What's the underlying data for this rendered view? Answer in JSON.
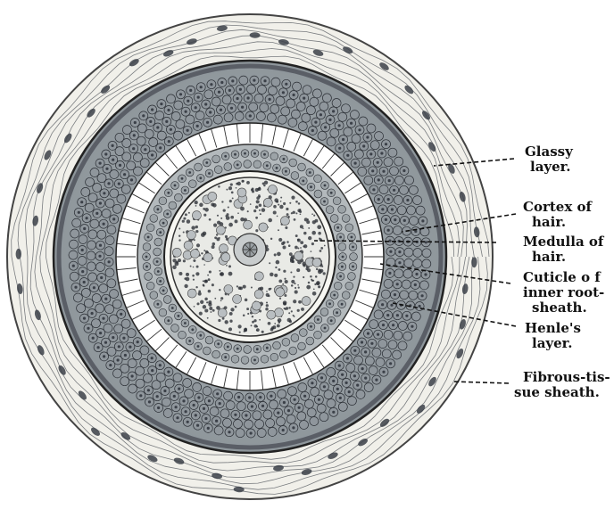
{
  "labels": {
    "glassy": [
      "Glassy",
      "layer."
    ],
    "cortex": [
      "Cortex of",
      "hair."
    ],
    "medulla": [
      "Medulla of",
      "hair."
    ],
    "cuticle": [
      "Cuticle  o f",
      "inner root-",
      "sheath."
    ],
    "henle": [
      "Henle's",
      "layer."
    ],
    "fibrous": [
      "Fibrous-tis-",
      "sue sheath."
    ]
  },
  "colors": {
    "fibrous_sheath": "#f1f0ea",
    "outer_root_sheath": "#c2c5c6",
    "cell_fill": "#8f969c",
    "cell_nucleus": "#3b4048",
    "glassy_band": "#5a5e66",
    "henle_band": "#ffffff",
    "huxley_layer": "#b3b9bc",
    "cuticle_ring": "#f7f7f2",
    "cortex": "#a9b0b4",
    "medulla": "#e9eae6",
    "ink": "#111111"
  }
}
